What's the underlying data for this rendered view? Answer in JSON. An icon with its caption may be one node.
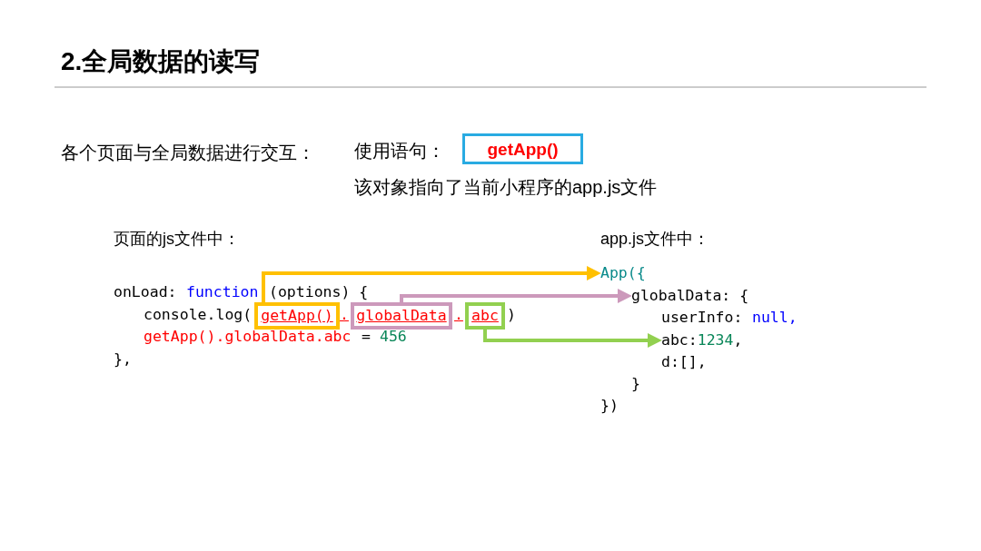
{
  "diagram": {
    "title": "2.全局数据的读写",
    "nodes": [
      {
        "text": [
          "getApp()"
        ]
      },
      {
        "text": [
          "getApp()"
        ]
      },
      {
        "text": [
          "globalData"
        ]
      },
      {
        "text": [
          "abc"
        ]
      },
      {
        "text": [
          "App({"
        ]
      },
      {
        "text": [
          "globalData: {"
        ]
      },
      {
        "text": [
          "abc:1234,"
        ]
      }
    ],
    "edges": [
      {
        "from": 1,
        "to": 4,
        "arrow": "to",
        "color": "#ffc000"
      },
      {
        "from": 2,
        "to": 5,
        "arrow": "to",
        "color": "#cc99bb"
      },
      {
        "from": 3,
        "to": 6,
        "arrow": "to",
        "color": "#92d050"
      }
    ],
    "labels": [
      "各个页面与全局数据进行交互：",
      "使用语句：",
      "该对象指向了当前小程序的app.js文件",
      "页面的js文件中：",
      "app.js文件中：",
      "onLoad:",
      "function",
      "(options) {",
      "console.log(",
      ".",
      ".",
      ")",
      "getApp().globalData.abc",
      "=",
      "456",
      "},",
      "userInfo:",
      "null,",
      "d:[],",
      "}",
      "})"
    ]
  }
}
